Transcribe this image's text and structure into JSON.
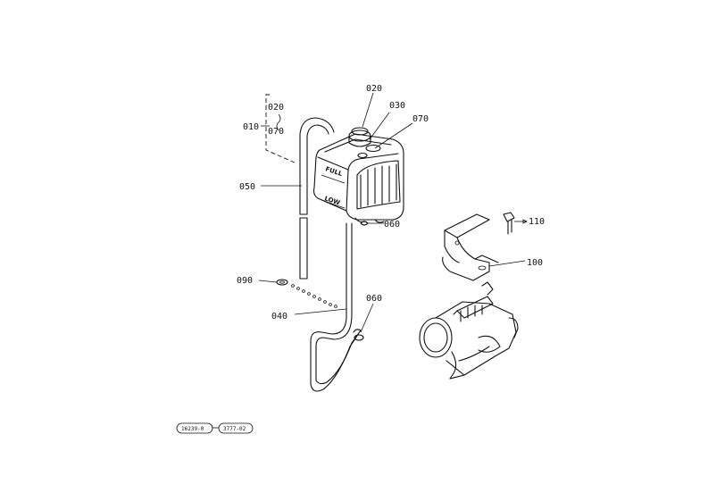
{
  "labels": {
    "p010": "010",
    "p020_range_start": "020",
    "p070_range_end": "070",
    "p020": "020",
    "p030": "030",
    "p070": "070",
    "p050": "050",
    "p060_upper": "060",
    "p060_lower": "060",
    "p090": "090",
    "p040": "040",
    "p100": "100",
    "p110": "110"
  },
  "tank_markings": {
    "full": "FULL",
    "low": "LOW"
  },
  "reference_codes": {
    "left": "16239-0",
    "right": "3777-02"
  }
}
